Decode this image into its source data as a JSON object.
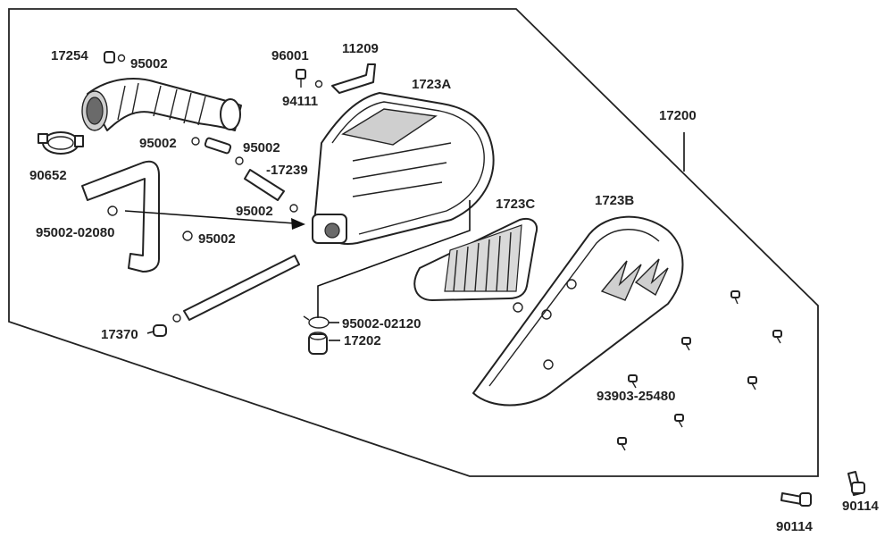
{
  "diagram": {
    "labels": {
      "p17254": "17254",
      "p95002_a": "95002",
      "p96001": "96001",
      "p11209": "11209",
      "p1723A": "1723A",
      "p94111": "94111",
      "p17200": "17200",
      "p90652": "90652",
      "p95002_b": "95002",
      "p95002_c": "95002",
      "p17239": "-17239",
      "p95002_d": "95002",
      "p95002_02080": "95002-02080",
      "p95002_e": "95002",
      "p1723C": "1723C",
      "p1723B": "1723B",
      "p95002_02120": "95002-02120",
      "p17370": "17370",
      "p17202": "17202",
      "p93903_25480": "93903-25480",
      "p90114_a": "90114",
      "p90114_b": "90114"
    },
    "colors": {
      "line": "#222222",
      "background": "#ffffff",
      "filter_mesh": "#d9d9d9"
    }
  }
}
